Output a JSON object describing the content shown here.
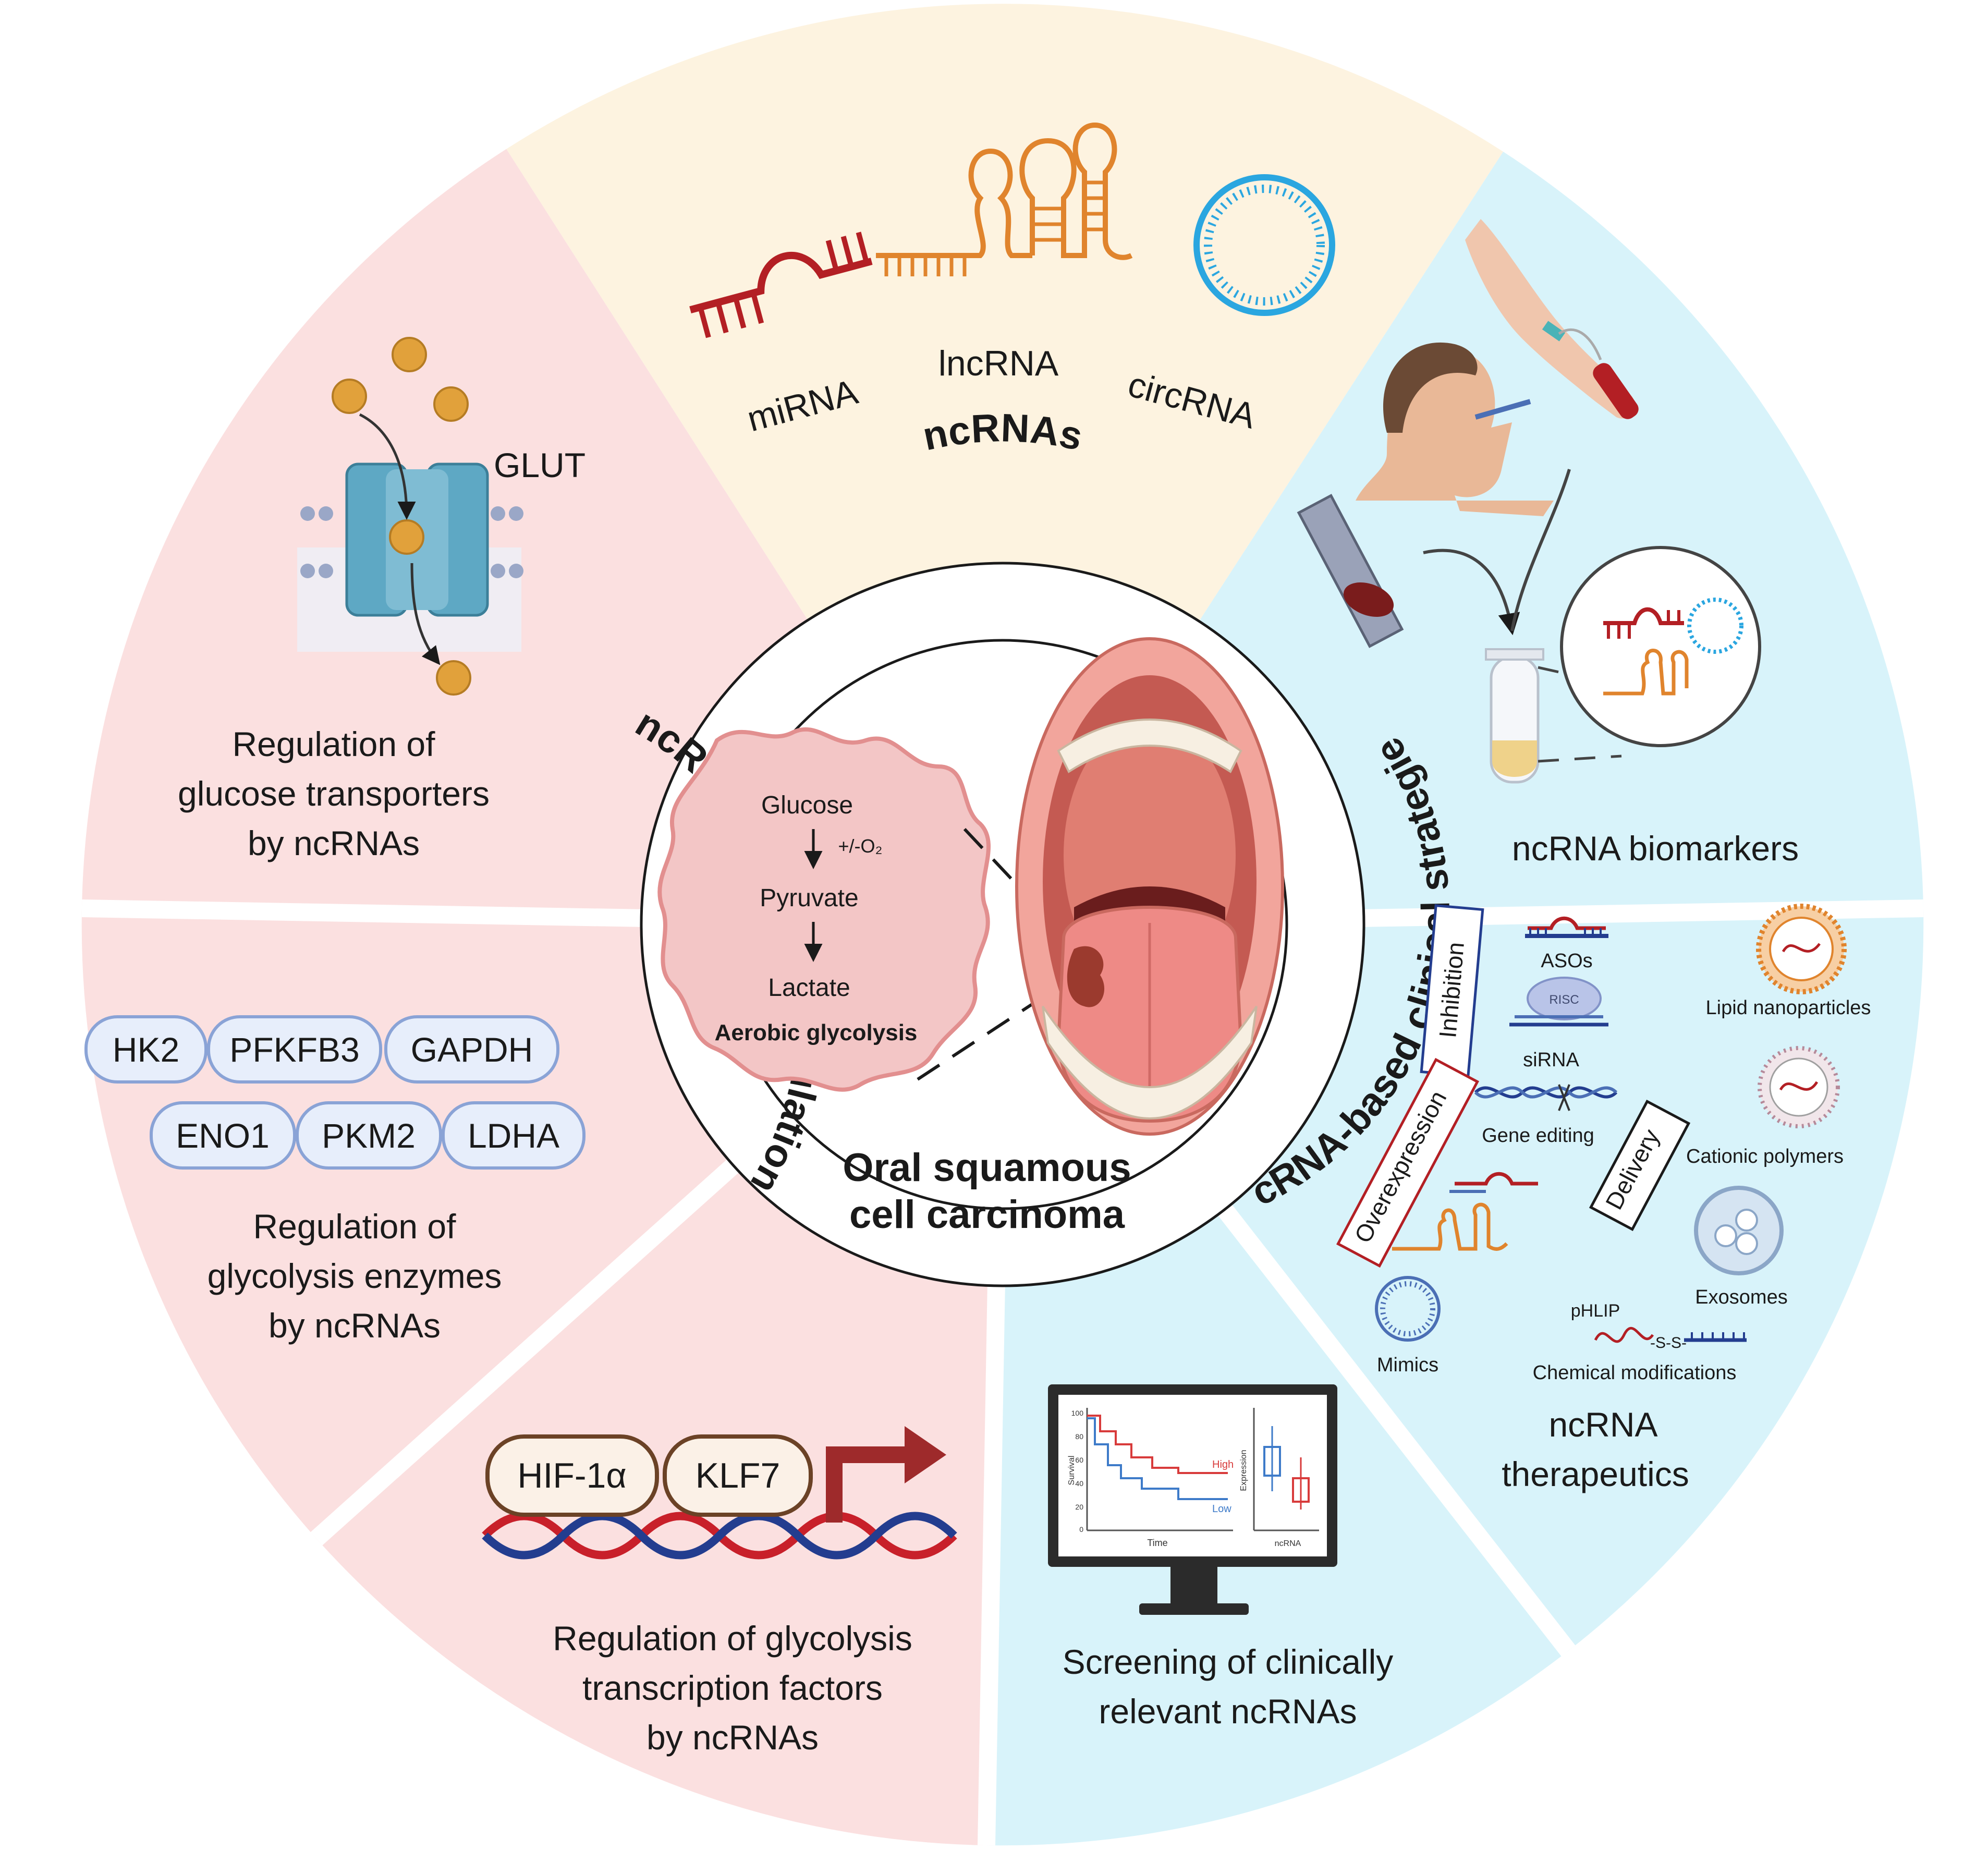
{
  "colors": {
    "pink_sector": "#fbe0e0",
    "yellow_sector": "#fdf3e0",
    "blue_sector": "#d8f3fa",
    "ring": "#1a1a1a",
    "mirna_red": "#b31f24",
    "lncrna_orange": "#e0842d",
    "circrna_blue": "#2aa6e0",
    "enzyme_fill": "#e7eefb",
    "enzyme_stroke": "#8aa3d6",
    "tf_fill": "#fbf1e7",
    "tf_stroke": "#6b4226",
    "dna_red": "#c8202a",
    "dna_blue": "#233d8f",
    "arrow_red": "#9e2a2b",
    "glut_blue": "#5ea8c4",
    "glucose": "#e1a13b"
  },
  "icons": [
    "glucose-transporter-icon",
    "mirna-icon",
    "lncrna-icon",
    "circrna-icon",
    "patient-swab-icon",
    "blood-draw-arm-icon",
    "tissue-slide-icon",
    "sample-tube-icon",
    "ncrna-magnifier-icon",
    "aso-icon",
    "risc-sirna-icon",
    "gene-editing-dna-icon",
    "lipid-nanoparticle-icon",
    "cationic-polymer-icon",
    "exosome-icon",
    "mimic-icon",
    "phlip-conjugate-icon",
    "monitor-survival-plot-icon",
    "dna-double-helix-icon",
    "transcription-arrow-icon",
    "tumor-cell-icon",
    "open-mouth-icon"
  ],
  "ring": {
    "top": "ncRNAs",
    "left": "ncRNA-mediated regulation",
    "right": "ncRNA-based clinical strategies"
  },
  "center": {
    "title_line1": "Oral squamous",
    "title_line2": "cell carcinoma",
    "glucose": "Glucose",
    "oxygen": "+/-O₂",
    "pyruvate": "Pyruvate",
    "lactate": "Lactate",
    "aerobic": "Aerobic glycolysis"
  },
  "ncrnas": {
    "mirna": "miRNA",
    "lncrna": "lncRNA",
    "circrna": "circRNA"
  },
  "glut": {
    "label": "GLUT",
    "caption": [
      "Regulation of",
      "glucose transporters",
      "by ncRNAs"
    ]
  },
  "enzymes": {
    "items": [
      "HK2",
      "PFKFB3",
      "GAPDH",
      "ENO1",
      "PKM2",
      "LDHA"
    ],
    "caption": [
      "Regulation of",
      "glycolysis enzymes",
      "by ncRNAs"
    ]
  },
  "tfs": {
    "items": [
      "HIF-1α",
      "KLF7"
    ],
    "caption": [
      "Regulation of glycolysis",
      "transcription factors",
      "by ncRNAs"
    ]
  },
  "screening": {
    "caption": [
      "Screening of clinically",
      "relevant ncRNAs"
    ],
    "plot": {
      "high": "High",
      "low": "Low",
      "survival": "Survival",
      "time": "Time",
      "expression": "Expression",
      "ncrna": "ncRNA",
      "ticks": [
        "100",
        "80",
        "60",
        "40",
        "20",
        "0"
      ]
    }
  },
  "biomarkers": {
    "caption": "ncRNA biomarkers"
  },
  "therapeutics": {
    "inhibition": "Inhibition",
    "overexpression": "Overexpression",
    "delivery": "Delivery",
    "asos": "ASOs",
    "risc": "RISC",
    "sirna": "siRNA",
    "gene_editing": "Gene editing",
    "mimics": "Mimics",
    "lipid": "Lipid nanoparticles",
    "cationic": "Cationic polymers",
    "exosomes": "Exosomes",
    "phlip": "pHLIP",
    "ss": "-S-S-",
    "chemical": "Chemical modifications",
    "caption": [
      "ncRNA",
      "therapeutics"
    ]
  }
}
